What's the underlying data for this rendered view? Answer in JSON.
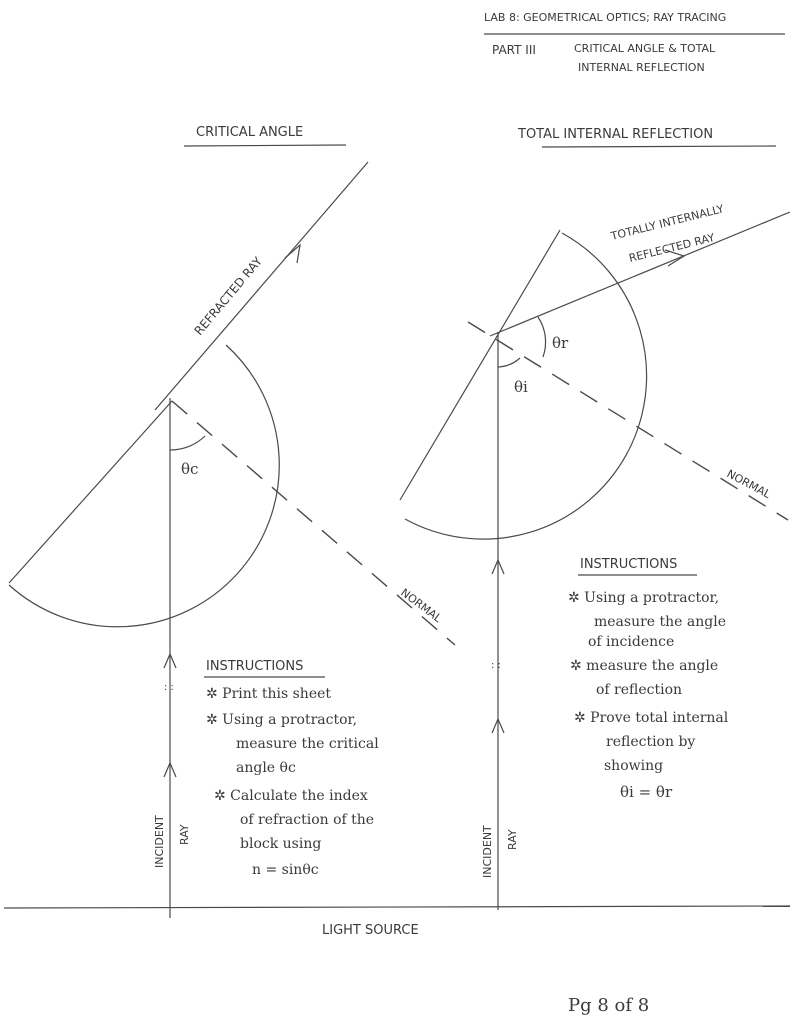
{
  "header": {
    "lab_title": "LAB 8: GEOMETRICAL OPTICS; RAY TRACING",
    "part_label": "PART III",
    "part_title_line1": "CRITICAL ANGLE & TOTAL",
    "part_title_line2": "INTERNAL REFLECTION"
  },
  "left_diagram": {
    "title": "CRITICAL ANGLE",
    "refracted_ray_label": "REFRACTED RAY",
    "normal_label": "NORMAL",
    "angle_label": "θc",
    "incident_ray_label_line1": "INCIDENT",
    "incident_ray_label_line2": "RAY",
    "instructions_heading": "INSTRUCTIONS",
    "instructions": [
      "✲ Print this sheet",
      "✲ Using a protractor,",
      "measure the critical",
      "angle θc",
      "✲ Calculate the index",
      "of refraction of the",
      "block using",
      "n = sinθc"
    ]
  },
  "right_diagram": {
    "title": "TOTAL INTERNAL REFLECTION",
    "reflected_ray_label_line1": "TOTALLY INTERNALLY",
    "reflected_ray_label_line2": "REFLECTED RAY",
    "normal_label": "NORMAL",
    "angle_r_label": "θr",
    "angle_i_label": "θi",
    "incident_ray_label_line1": "INCIDENT",
    "incident_ray_label_line2": "RAY",
    "instructions_heading": "INSTRUCTIONS",
    "instructions": [
      "✲ Using a protractor,",
      "measure the angle",
      "of incidence",
      "✲ measure the angle",
      "of reflection",
      "✲ Prove total internal",
      "reflection by",
      "showing",
      "θi = θr"
    ]
  },
  "footer": {
    "light_source_label": "LIGHT   SOURCE",
    "page_number": "Pg 8 of 8"
  }
}
